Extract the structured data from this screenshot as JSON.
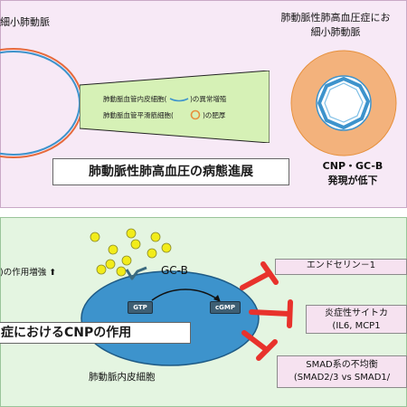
{
  "top": {
    "label_left": "細小肺動脈",
    "label_right_line1": "肺動脈性肺高血圧症にお",
    "label_right_line2": "細小肺動脈",
    "funnel_line1": "肺動脈血管内皮細胞(",
    "funnel_line1_suffix": ")の異常増殖",
    "funnel_line2": "肺動脈血管平滑筋細胞(",
    "funnel_line2_suffix": ")の肥厚",
    "title": "肺動脈性肺高血圧の病態進展",
    "cnp_line1": "CNP・GC-B",
    "cnp_line2": "発現が低下"
  },
  "bottom": {
    "effect": ")の作用増強",
    "arrow_up": "⬆",
    "gcb": "GC-B",
    "gtp": "GTP",
    "cgmp": "cGMP",
    "title": "症におけるCNPの作用",
    "endo_cell": "肺動脈内皮細胞",
    "box_endothelin": "エンドセリン－1",
    "box_cytokine_line1": "炎症性サイトカ",
    "box_cytokine_line2": "(IL6, MCP1",
    "box_smad_line1": "SMAD系の不均衡",
    "box_smad_line2": "(SMAD2/3 vs SMAD1/"
  },
  "colors": {
    "top_bg": "#f7e9f6",
    "bottom_bg": "#e4f5e1",
    "cell_blue": "#3d93cc",
    "inhibit_red": "#e8322c",
    "ligand_yellow": "#f2ec1a",
    "ring_orange": "#f3b27c"
  }
}
